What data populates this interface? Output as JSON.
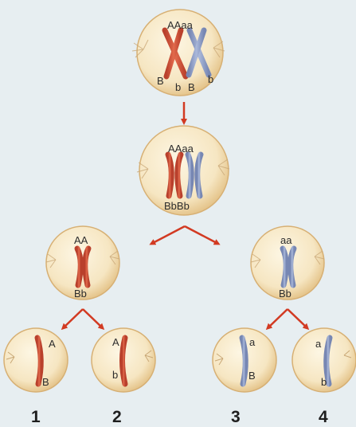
{
  "colors": {
    "background": "#e7eef1",
    "cell_fill": "#f6e6c2",
    "cell_edge": "#d7b074",
    "chromosome_red": "#d4563b",
    "chromosome_blue": "#8f9fc6",
    "arrow": "#d23a22"
  },
  "stages": {
    "parent_cell": {
      "alleles_top": "AAaa",
      "alleles_bottom": [
        "B",
        "b",
        "B",
        "b"
      ]
    },
    "replicated_cell": {
      "alleles_top": "AAaa",
      "alleles_bottom": "BbBb"
    },
    "daughter_left": {
      "alleles_top": "AA",
      "alleles_bottom": "Bb"
    },
    "daughter_right": {
      "alleles_top": "aa",
      "alleles_bottom": "Bb"
    }
  },
  "gametes": [
    {
      "number": "1",
      "allele_a": "A",
      "allele_b": "B"
    },
    {
      "number": "2",
      "allele_a": "A",
      "allele_b": "b"
    },
    {
      "number": "3",
      "allele_a": "a",
      "allele_b": "B"
    },
    {
      "number": "4",
      "allele_a": "a",
      "allele_b": "b"
    }
  ],
  "icons": [
    "cell-icon",
    "chromosome-icon",
    "arrow-icon"
  ]
}
